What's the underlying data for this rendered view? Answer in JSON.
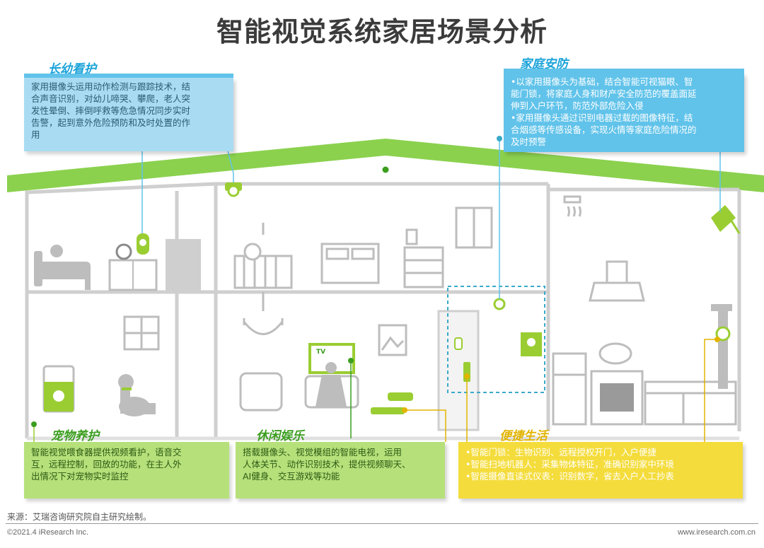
{
  "title": "智能视觉系统家居场景分析",
  "sections": {
    "elder_child": {
      "title": "长幼看护",
      "lines": [
        "家用摄像头运用动作检测与跟踪技术，结",
        "合声音识别，对幼儿啼哭、攀爬，老人突",
        "发性晕倒、摔倒呼救等危急情况同步实时",
        "告警，起到意外危险预防和及时处置的作",
        "用"
      ]
    },
    "home_security": {
      "title": "家庭安防",
      "lines": [
        "•以家用摄像头为基础，结合智能可视猫眼、智",
        "能门锁，将家庭人身和财产安全防范的覆盖面延",
        "伸到入户环节，防范外部危险入侵",
        "•家用摄像头通过识别电器过载的图像特征，结",
        "合烟感等传感设备，实现火情等家庭危险情况的",
        "及时预警"
      ]
    },
    "pet_care": {
      "title": "宠物养护",
      "lines": [
        "智能视觉喂食器提供视频看护，语音交",
        "互，远程控制，回放的功能，在主人外",
        "出情况下对宠物实时监控"
      ]
    },
    "leisure": {
      "title": "休闲娱乐",
      "lines": [
        "搭载摄像头、视觉模组的智能电视，运用",
        "人体关节、动作识别技术，提供视频聊天、",
        "AI健身、交互游戏等功能"
      ]
    },
    "convenience": {
      "title": "便捷生活",
      "lines": [
        "•智能门锁：生物识别、远程授权开门，入户便捷",
        "•智能扫地机器人：采集物体特征，准确识别家中环境",
        "•智能摄像直读式仪表：识别数字，省去入户人工抄表"
      ]
    }
  },
  "scene_labels": {
    "tv": "TV"
  },
  "footer": {
    "source": "来源：艾瑞咨询研究院自主研究绘制。",
    "copyright": "©2021.4 iResearch Inc.",
    "website": "www.iresearch.com.cn"
  },
  "colors": {
    "roof": "#8bd14e",
    "wall": "#cfcfcf",
    "blue": "#61c3ea",
    "green": "#b6e07a",
    "yellow": "#f4dc3c",
    "device_green": "#9acd32"
  }
}
